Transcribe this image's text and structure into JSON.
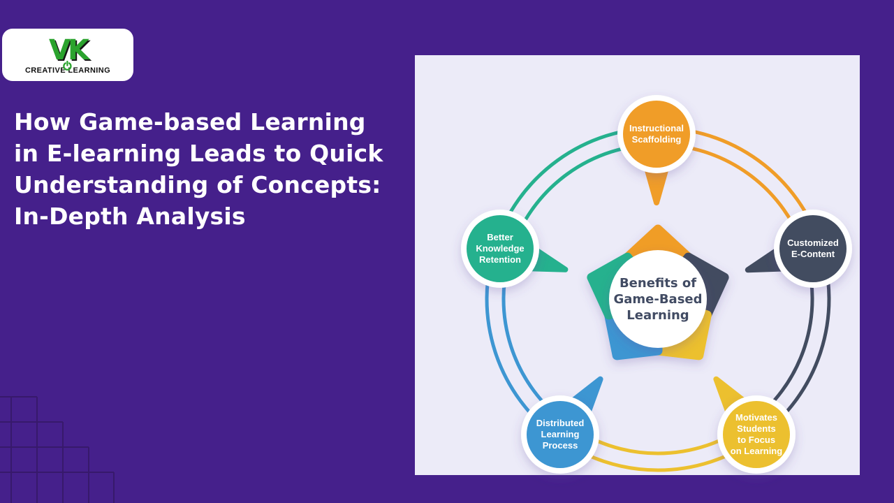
{
  "colors": {
    "background": "#45208B",
    "panel": "#ECEBF8",
    "square_outline": "#37196B",
    "logo_green": "#2BA32E",
    "heading_text": "#FFFFFF",
    "center_text": "#414B63",
    "node_ring": "#FFFFFF"
  },
  "logo": {
    "letter_v": "V",
    "letter_k": "K",
    "power_icon": "power-icon",
    "tagline": "CREATIVE LEARNING"
  },
  "hero": {
    "title_lines": [
      "How Game-based Learning",
      "in E-learning Leads to Quick",
      "Understanding of Concepts:",
      "In-Depth Analysis"
    ]
  },
  "diagram": {
    "center": {
      "label": "Benefits of\nGame-Based\nLearning"
    },
    "nodes": [
      {
        "id": "instructional-scaffolding",
        "label": "Instructional\nScaffolding",
        "color": "#F09D28",
        "position": "top"
      },
      {
        "id": "customized-e-content",
        "label": "Customized\nE-Content",
        "color": "#424C60",
        "position": "right"
      },
      {
        "id": "motivates-students",
        "label": "Motivates\nStudents\nto Focus\non Learning",
        "color": "#ECC02F",
        "position": "bottom-right"
      },
      {
        "id": "distributed-learning",
        "label": "Distributed\nLearning\nProcess",
        "color": "#3D96D2",
        "position": "bottom-left"
      },
      {
        "id": "better-knowledge-retention",
        "label": "Better\nKnowledge\nRetention",
        "color": "#25B18E",
        "position": "left"
      }
    ]
  }
}
